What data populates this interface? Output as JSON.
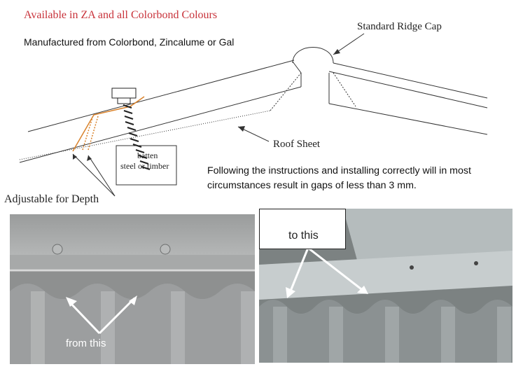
{
  "header": {
    "availability": "Available in ZA and all Colorbond Colours",
    "materials": "Manufactured from Colorbond, Zincalume or Gal"
  },
  "diagram": {
    "ridge_cap_label": "Standard Ridge Cap",
    "roof_sheet_label": "Roof Sheet",
    "batten_label_line1": "batten",
    "batten_label_line2": "steel or timber",
    "depth_label": "Adjustable for Depth"
  },
  "note": {
    "text": "Following the instructions and installing correctly will in most circumstances result in gaps of less than 3 mm."
  },
  "photos": {
    "before_caption": "from this",
    "after_caption": "to this"
  },
  "colors": {
    "headline": "#c8323a",
    "fixing_bracket": "#d9822b"
  }
}
